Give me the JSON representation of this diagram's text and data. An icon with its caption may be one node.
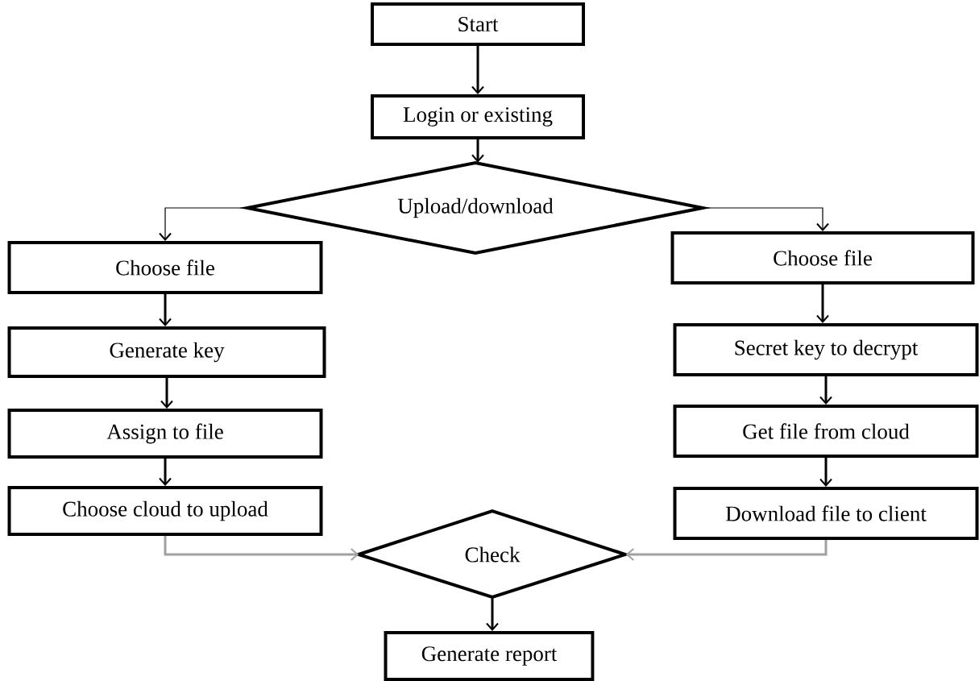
{
  "diagram": {
    "nodes": [
      {
        "text": [
          "Start"
        ]
      },
      {
        "text": [
          "Login or existing"
        ]
      },
      {
        "text": [
          "Upload/download"
        ]
      },
      {
        "text": [
          "Choose file"
        ]
      },
      {
        "text": [
          "Generate key"
        ]
      },
      {
        "text": [
          "Assign to file"
        ]
      },
      {
        "text": [
          "Choose cloud to upload"
        ]
      },
      {
        "text": [
          "Choose file"
        ]
      },
      {
        "text": [
          "Secret key to decrypt"
        ]
      },
      {
        "text": [
          "Get file from cloud"
        ]
      },
      {
        "text": [
          "Download file to client"
        ]
      },
      {
        "text": [
          "Check"
        ]
      },
      {
        "text": [
          "Generate report"
        ]
      }
    ],
    "edges": [
      {
        "from": 0,
        "to": 1,
        "arrow": "to"
      },
      {
        "from": 1,
        "to": 2,
        "arrow": "to"
      },
      {
        "from": 2,
        "to": 3,
        "arrow": "to"
      },
      {
        "from": 2,
        "to": 7,
        "arrow": "to"
      },
      {
        "from": 3,
        "to": 4,
        "arrow": "to"
      },
      {
        "from": 4,
        "to": 5,
        "arrow": "to"
      },
      {
        "from": 5,
        "to": 6,
        "arrow": "to"
      },
      {
        "from": 7,
        "to": 8,
        "arrow": "to"
      },
      {
        "from": 8,
        "to": 9,
        "arrow": "to"
      },
      {
        "from": 9,
        "to": 10,
        "arrow": "to"
      },
      {
        "from": 6,
        "to": 11,
        "arrow": "to",
        "color": "#a0a0a0"
      },
      {
        "from": 10,
        "to": 11,
        "arrow": "to",
        "color": "#a0a0a0"
      },
      {
        "from": 11,
        "to": 12,
        "arrow": "to"
      }
    ]
  }
}
